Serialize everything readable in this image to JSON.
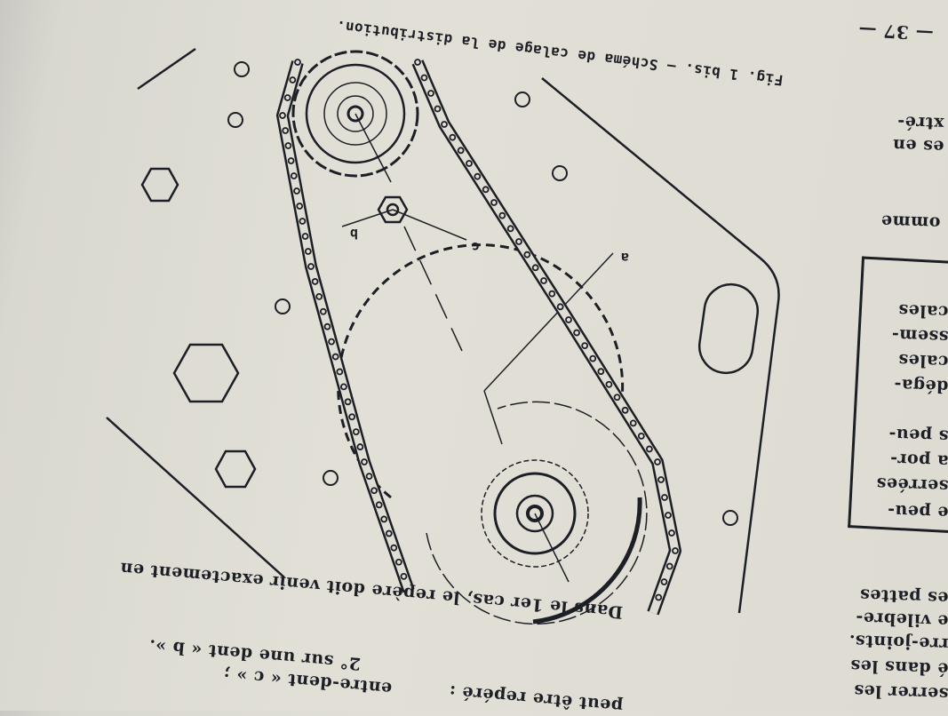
{
  "page_number": "— 37 —",
  "caption": "Fig. 1 bis. — Schéma de calage de la distribution.",
  "diagram_labels": {
    "a": "a",
    "b": "b",
    "c": "c"
  },
  "right_column": {
    "top_lines": [
      "xtré-",
      "es en",
      "omme"
    ],
    "boxed_lines": [
      "cales",
      "ssem-",
      "cales",
      "déga-",
      "s peu-",
      "a por-",
      "serrées",
      "e peu-"
    ],
    "bottom_lines": [
      "es pattes",
      "e vilebre-",
      "rre-joints.",
      "é dans les",
      "serrer les"
    ]
  },
  "bottom_text": [
    "Dans le 1er cas, le repère doit venir exactement en",
    "2° sur une dent « b ».",
    "entre-dent « c » ;",
    "peut être repéré :"
  ]
}
